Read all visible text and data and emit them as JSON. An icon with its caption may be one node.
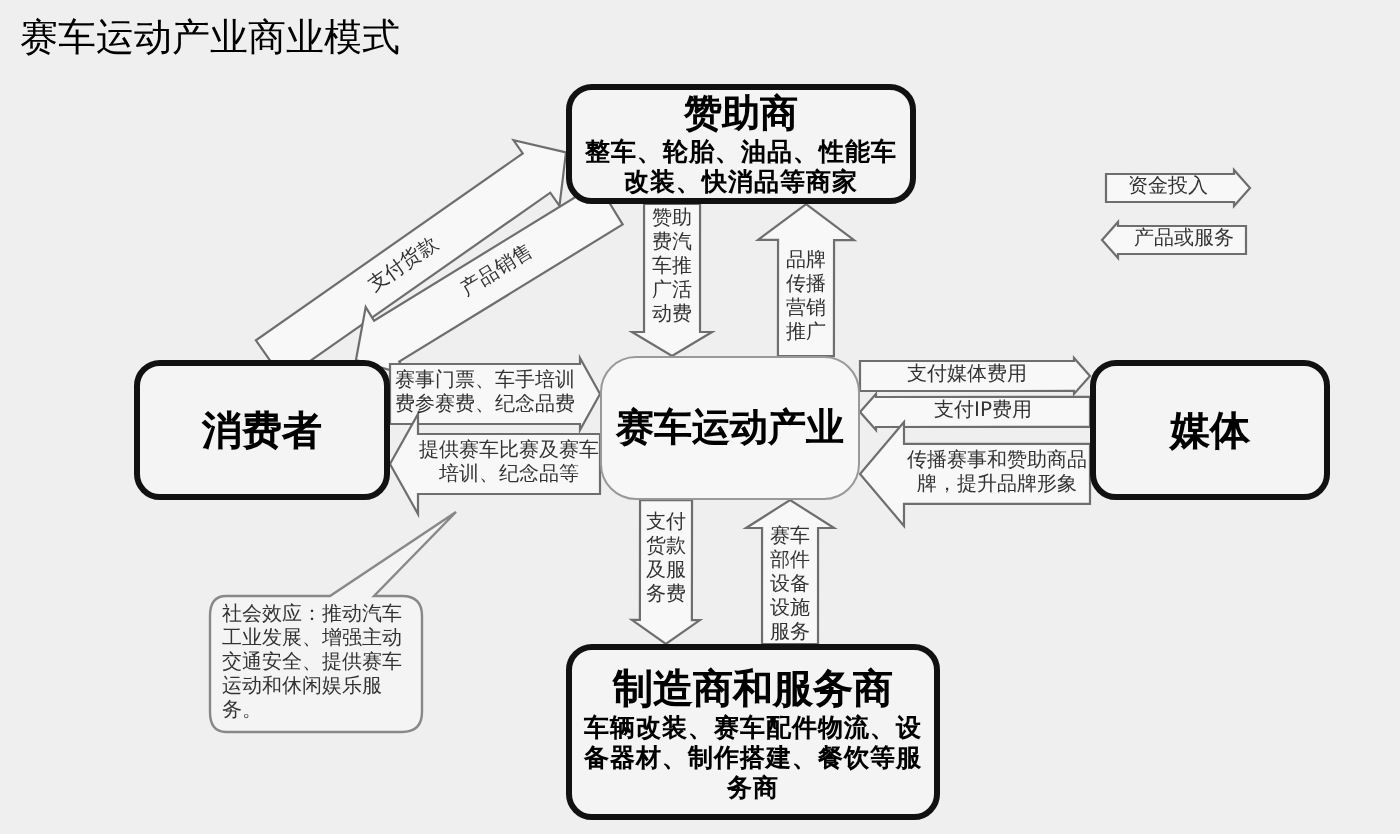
{
  "diagram": {
    "title": "赛车运动产业商业模式",
    "nodes": [
      {
        "text": [
          "赞助商",
          "整车、轮胎、油品、性能车改装、快消品等商家"
        ]
      },
      {
        "text": [
          "消费者"
        ]
      },
      {
        "text": [
          "赛车运动产业"
        ]
      },
      {
        "text": [
          "媒体"
        ]
      },
      {
        "text": [
          "制造商和服务商",
          "车辆改装、赛车配件物流、设备器材、制作搭建、餐饮等服务商"
        ]
      },
      {
        "text": [
          "社会效应：推动汽车工业发展、增强主动交通安全、提供赛车运动和休闲娱乐服务。"
        ]
      }
    ],
    "edges": [
      {
        "from": 1,
        "to": 0,
        "arrow": "to",
        "label": "支付货款"
      },
      {
        "from": 0,
        "to": 1,
        "arrow": "to",
        "label": "产品销售"
      },
      {
        "from": 0,
        "to": 2,
        "arrow": "to",
        "label": "赞助费汽车推广活动费"
      },
      {
        "from": 2,
        "to": 0,
        "arrow": "to",
        "label": "品牌传播营销推广"
      },
      {
        "from": 1,
        "to": 2,
        "arrow": "to",
        "label": "赛事门票、车手培训费参赛费、纪念品费"
      },
      {
        "from": 2,
        "to": 1,
        "arrow": "to",
        "label": "提供赛车比赛及赛车培训、纪念品等"
      },
      {
        "from": 2,
        "to": 3,
        "arrow": "to",
        "label": "支付媒体费用"
      },
      {
        "from": 3,
        "to": 2,
        "arrow": "to",
        "label": "支付IP费用"
      },
      {
        "from": 3,
        "to": 2,
        "arrow": "to",
        "label": "传播赛事和赞助商品牌，提升品牌形象"
      },
      {
        "from": 2,
        "to": 4,
        "arrow": "to",
        "label": "支付货款及服务费"
      },
      {
        "from": 4,
        "to": 2,
        "arrow": "to",
        "label": "赛车部件设备设施服务"
      }
    ],
    "legend": [
      {
        "text": "资金投入"
      },
      {
        "text": "产品或服务"
      }
    ]
  }
}
